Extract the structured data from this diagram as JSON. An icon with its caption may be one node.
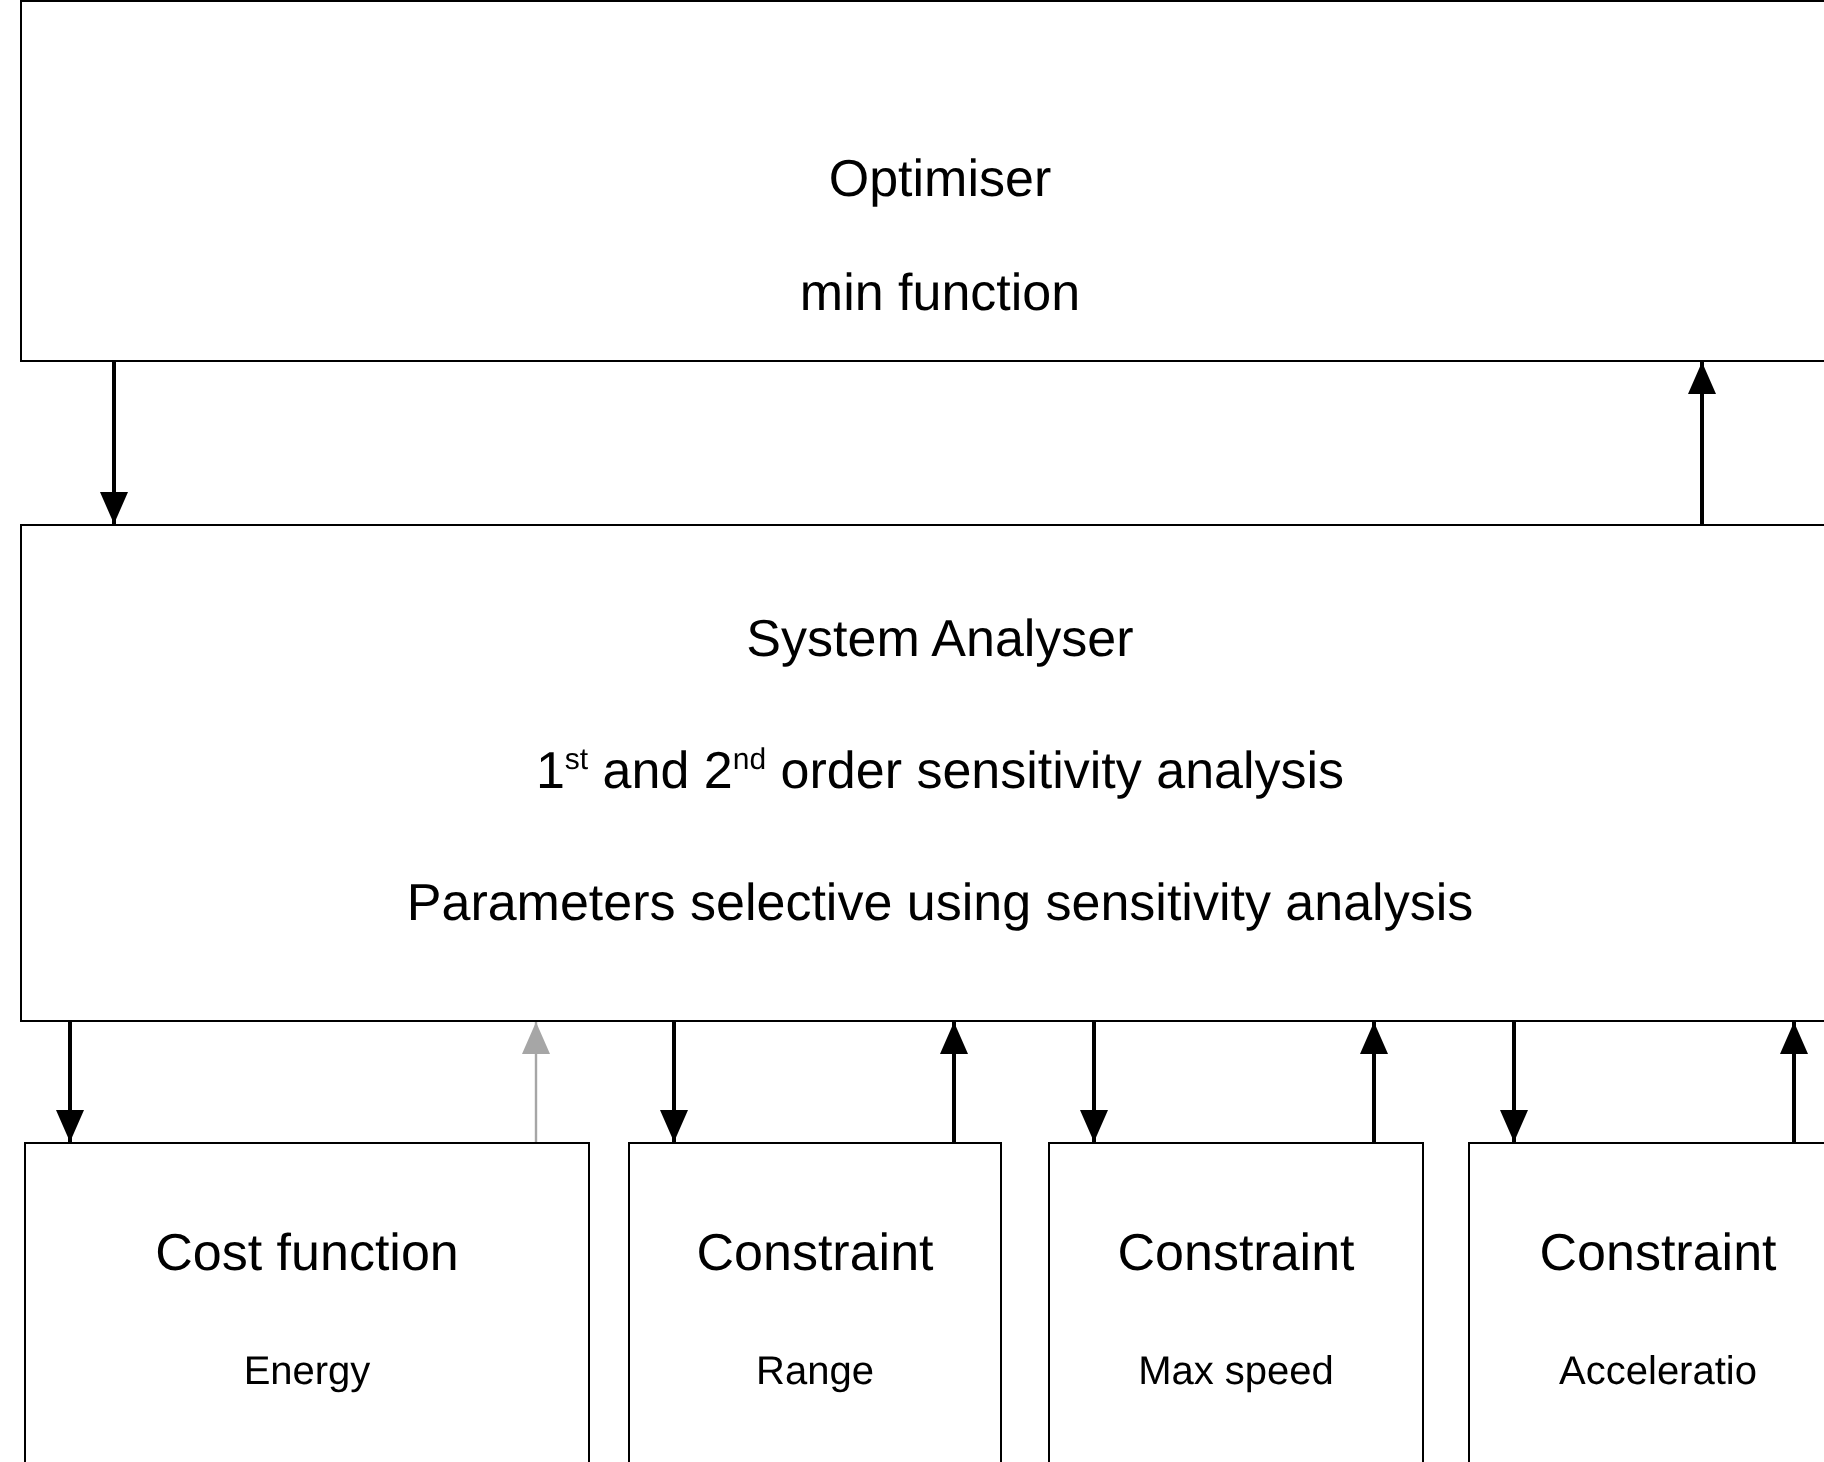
{
  "diagram": {
    "nodes": [
      {
        "text": [
          "Optimiser",
          "min function"
        ]
      },
      {
        "text": [
          "System Analyser",
          "1$^{st}$ and 2$^{nd}$ order sensitivity analysis",
          "Parameters selective using sensitivity analysis"
        ]
      },
      {
        "text": [
          "Cost function",
          "Energy"
        ]
      },
      {
        "text": [
          "Constraint",
          "Range"
        ]
      },
      {
        "text": [
          "Constraint",
          "Max speed"
        ]
      },
      {
        "text": [
          "Constraint",
          "Acceleratio"
        ]
      }
    ],
    "edges": [
      {
        "from": 0,
        "to": 1,
        "arrow": "to"
      },
      {
        "from": 1,
        "to": 0,
        "arrow": "to"
      },
      {
        "from": 1,
        "to": 2,
        "arrow": "to"
      },
      {
        "from": 2,
        "to": 1,
        "arrow": "to",
        "color": "#a6a6a6"
      },
      {
        "from": 1,
        "to": 3,
        "arrow": "to"
      },
      {
        "from": 3,
        "to": 1,
        "arrow": "to"
      },
      {
        "from": 1,
        "to": 4,
        "arrow": "to"
      },
      {
        "from": 4,
        "to": 1,
        "arrow": "to"
      },
      {
        "from": 1,
        "to": 5,
        "arrow": "to"
      },
      {
        "from": 5,
        "to": 1,
        "arrow": "to"
      }
    ]
  }
}
